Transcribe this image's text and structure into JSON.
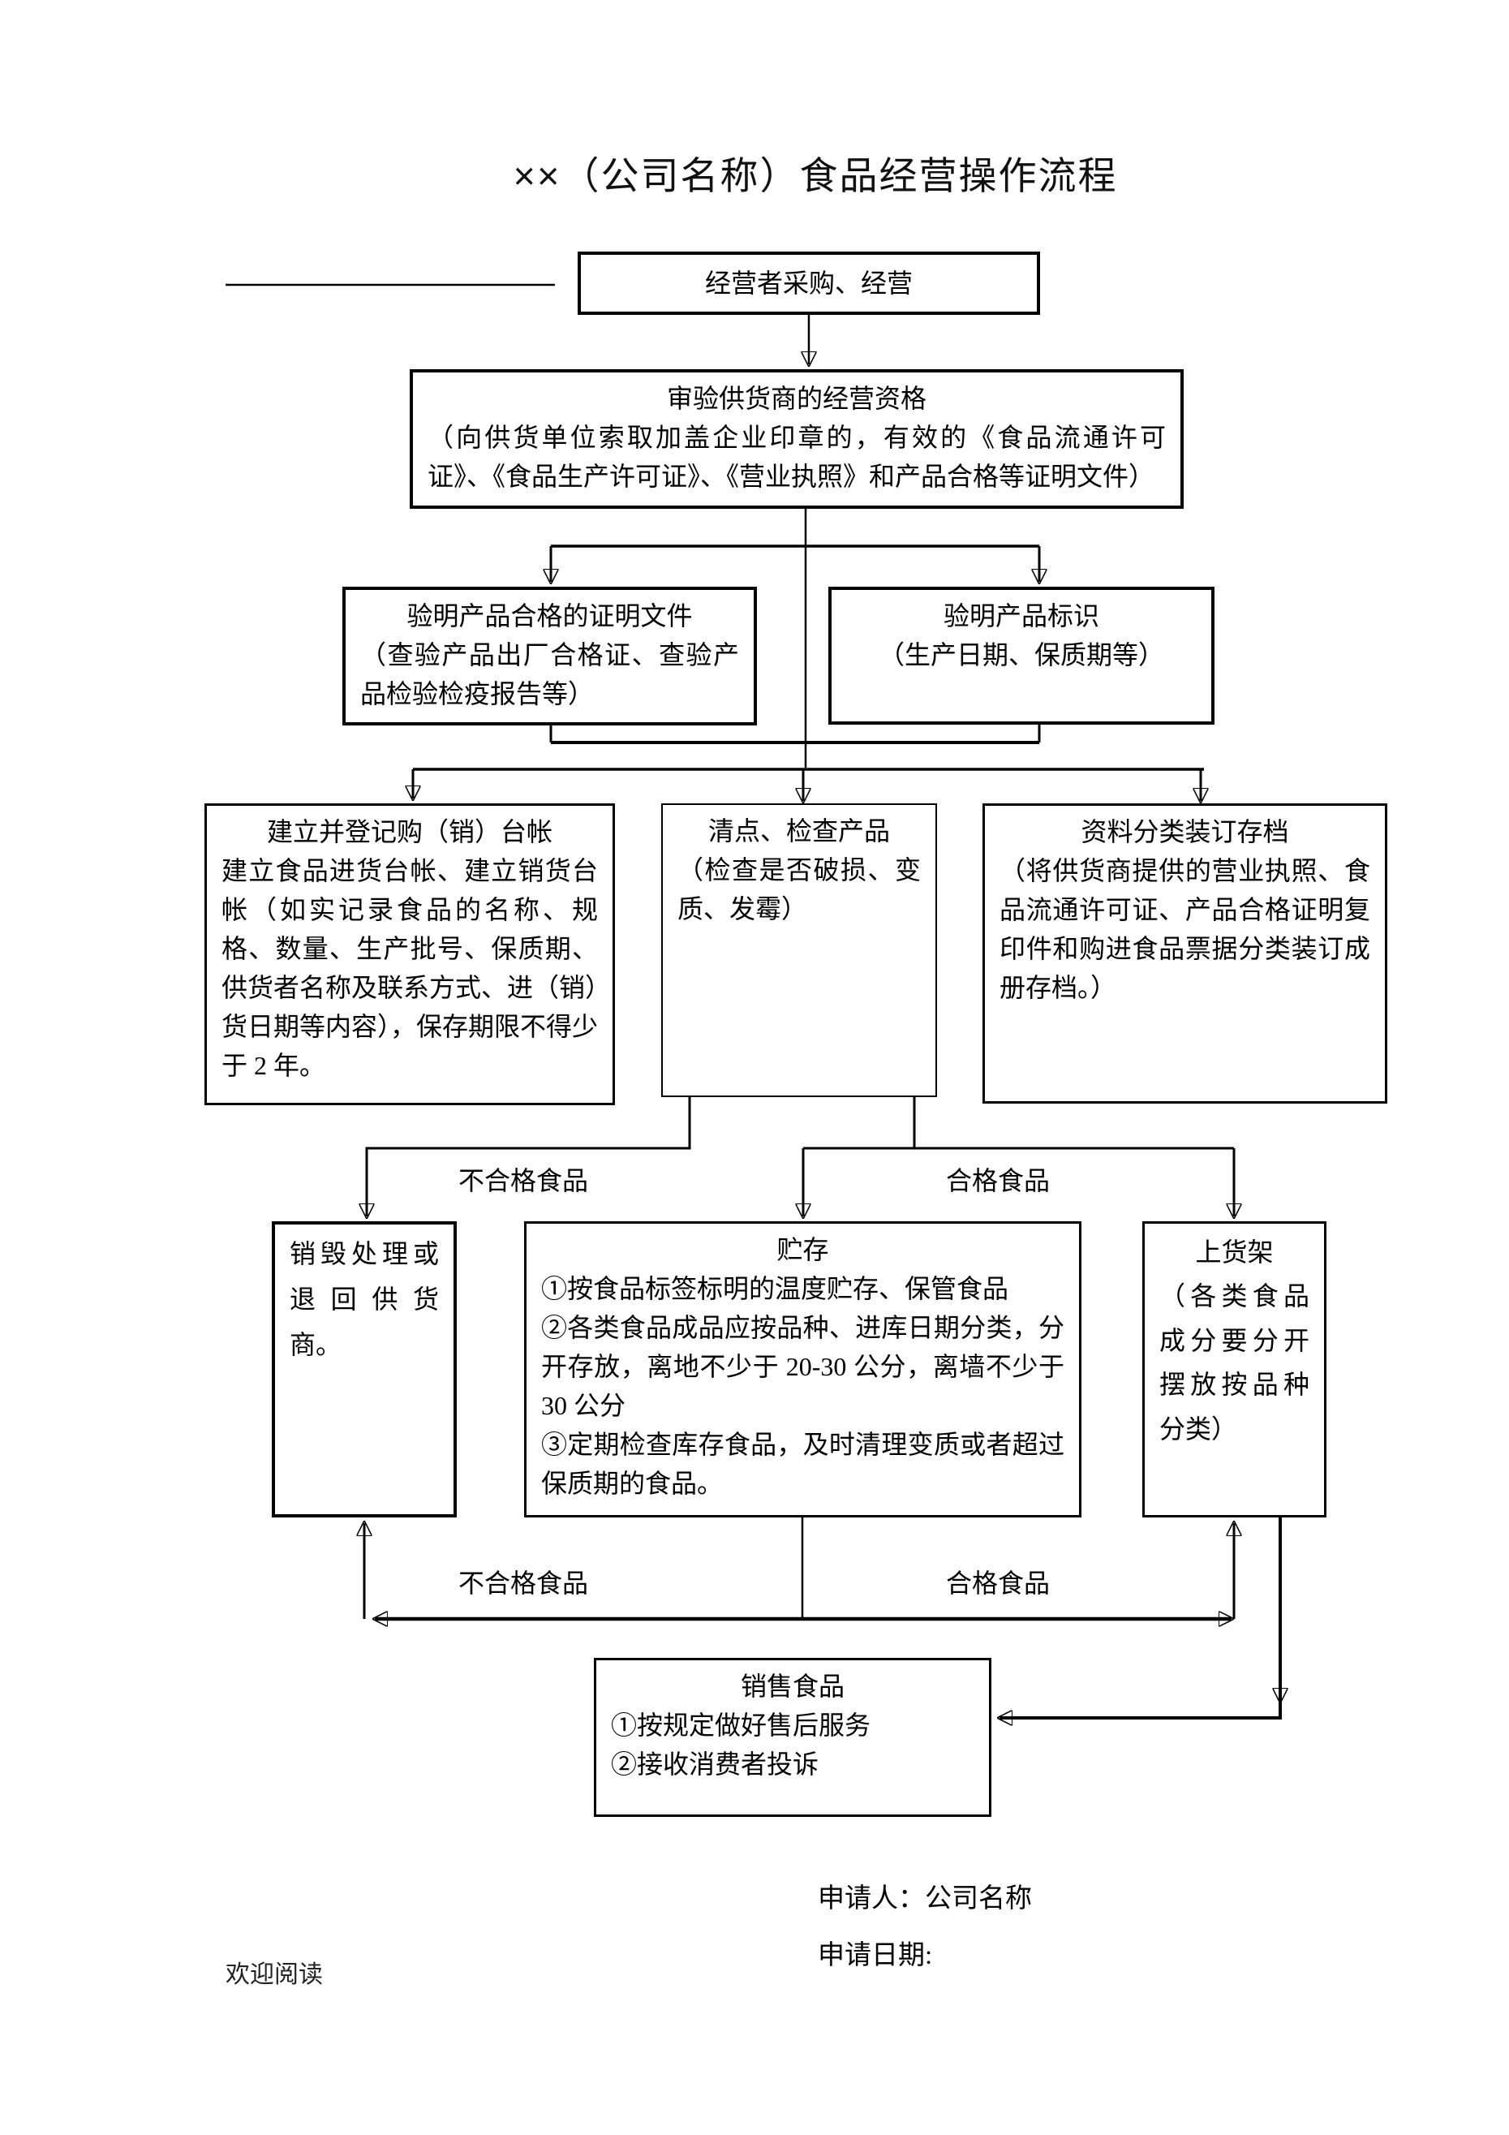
{
  "title": "××（公司名称）食品经营操作流程",
  "nodes": {
    "start": {
      "label": "经营者采购、经营"
    },
    "verify_supplier": {
      "title": "审验供货商的经营资格",
      "body": "（向供货单位索取加盖企业印章的，有效的《食品流通许可证》、《食品生产许可证》、《营业执照》和产品合格等证明文件）"
    },
    "verify_cert": {
      "title": "验明产品合格的证明文件",
      "body": "（查验产品出厂合格证、查验产品检验检疫报告等）"
    },
    "verify_label": {
      "title": "验明产品标识",
      "body": "（生产日期、保质期等）"
    },
    "ledger": {
      "title": "建立并登记购（销）台帐",
      "body": "建立食品进货台帐、建立销货台帐（如实记录食品的名称、规格、数量、生产批号、保质期、供货者名称及联系方式、进（销）货日期等内容），保存期限不得少于 2 年。"
    },
    "inspect": {
      "title": "清点、检查产品",
      "body": "（检查是否破损、变质、发霉）"
    },
    "archive": {
      "title": "资料分类装订存档",
      "body": "（将供货商提供的营业执照、食品流通许可证、产品合格证明复印件和购进食品票据分类装订成册存档。）"
    },
    "destroy": {
      "body": "销毁处理或退回供货商。"
    },
    "storage": {
      "title": "贮存",
      "item1": "①按食品标签标明的温度贮存、保管食品",
      "item2": "②各类食品成品应按品种、进库日期分类，分开存放，离地不少于 20-30 公分，离墙不少于 30 公分",
      "item3": "③定期检查库存食品，及时清理变质或者超过保质期的食品。"
    },
    "shelf": {
      "title": "上货架",
      "body": "（各类食品成分要分开摆放按品种分类）"
    },
    "sell": {
      "title": "销售食品",
      "item1": "①按规定做好售后服务",
      "item2": "②接收消费者投诉"
    }
  },
  "edge_labels": {
    "unqualified_top": "不合格食品",
    "qualified_top": "合格食品",
    "unqualified_bottom": "不合格食品",
    "qualified_bottom": "合格食品"
  },
  "footer": {
    "applicant": "申请人：公司名称",
    "date": "申请日期:",
    "welcome": "欢迎阅读"
  },
  "colors": {
    "line": "#000000",
    "text": "#000000",
    "background": "#ffffff"
  }
}
